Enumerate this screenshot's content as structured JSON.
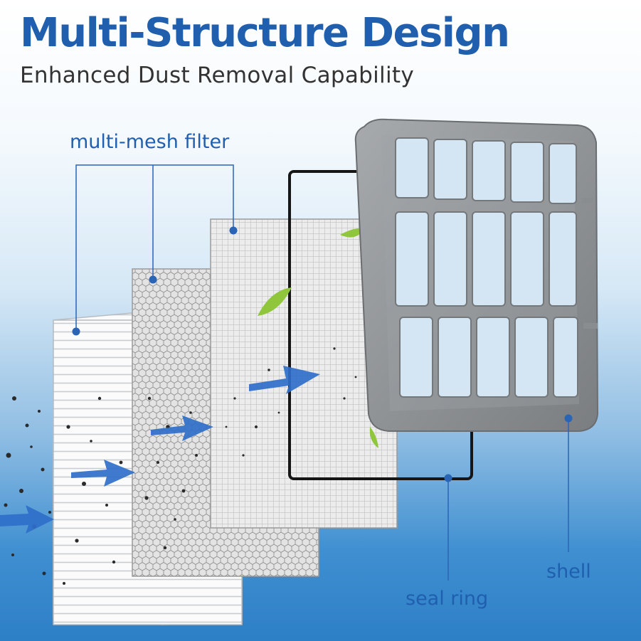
{
  "header": {
    "title": "Multi-Structure Design",
    "subtitle": "Enhanced Dust Removal Capability"
  },
  "callouts": {
    "multi_mesh_filter": "multi-mesh filter",
    "seal_ring": "seal ring",
    "shell": "shell"
  },
  "colors": {
    "title": "#1f5fae",
    "subtitle": "#333333",
    "callout": "#1f5fae",
    "callout_line": "#2a65b5",
    "shell_gray": "#8a8d90",
    "background_bottom": "#2d7fc6"
  }
}
